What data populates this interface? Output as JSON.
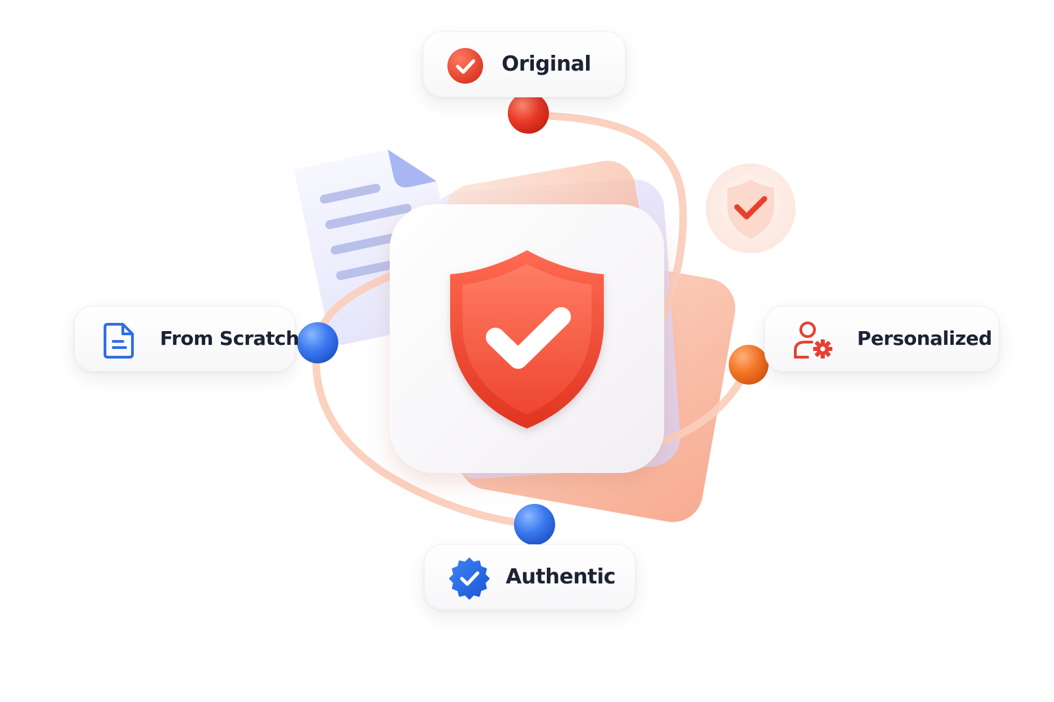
{
  "labels": {
    "original": "Original",
    "from_scratch": "From Scratch",
    "personalized": "Personalized",
    "authentic": "Authentic"
  },
  "icons": {
    "original": "check-circle-icon",
    "from_scratch": "document-icon",
    "personalized": "user-settings-icon",
    "authentic": "verified-badge-icon",
    "center": "shield-check-icon",
    "small_badge": "shield-check-icon",
    "background_doc": "document-icon"
  },
  "colors": {
    "accent_red": "#e8402f",
    "accent_blue": "#2f6fe6",
    "accent_orange": "#f27327",
    "text_dark": "#1c2233",
    "orbit_peach": "#fbd2c0"
  }
}
